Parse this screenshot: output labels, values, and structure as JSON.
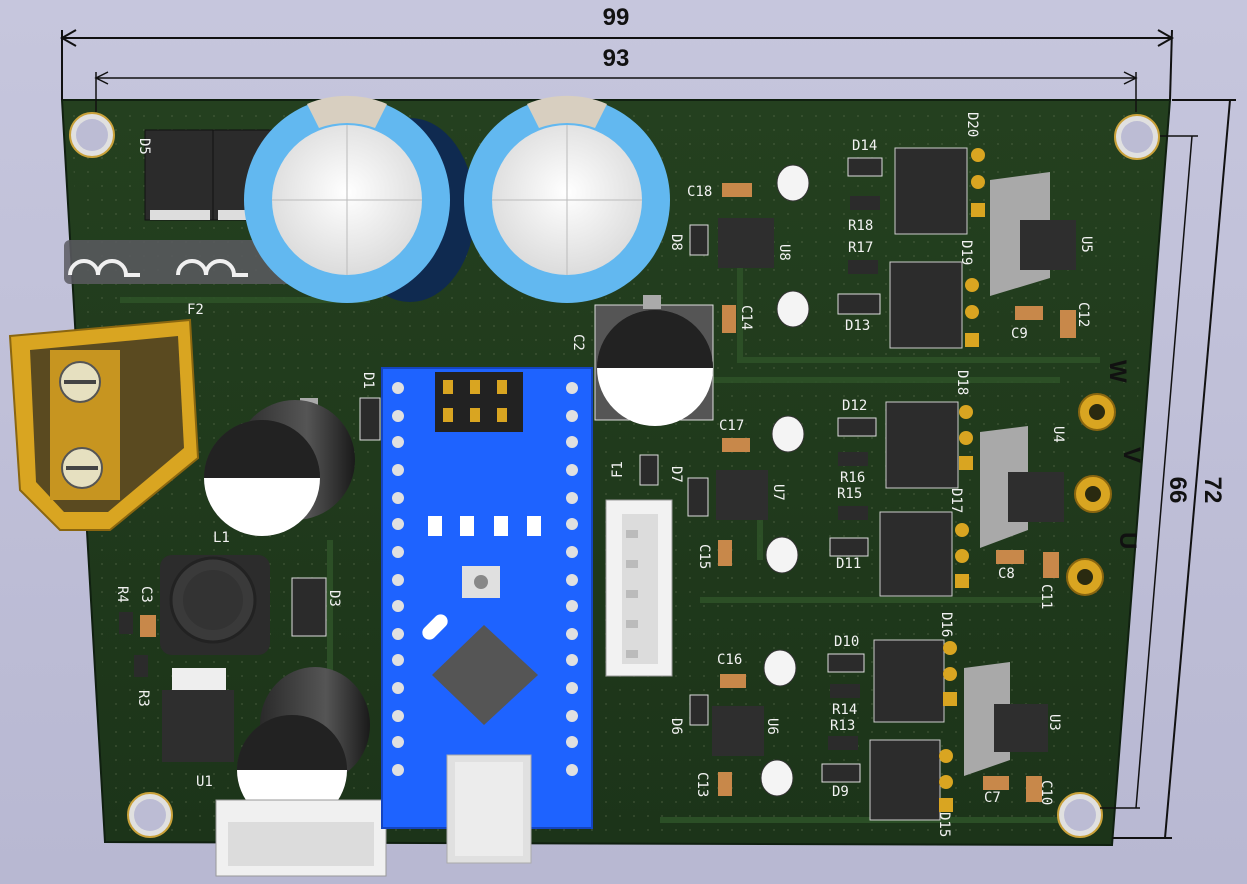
{
  "dimensions": {
    "outer_width": "99",
    "inner_width": "93",
    "outer_height": "72",
    "inner_height": "66"
  },
  "phase_labels": [
    "W",
    "V",
    "U"
  ],
  "refdes": {
    "D5": "D5",
    "F2": "F2",
    "D1": "D1",
    "L1": "L1",
    "C3": "C3",
    "R4": "R4",
    "R3": "R3",
    "U1": "U1",
    "D3": "D3",
    "C2": "C2",
    "F1": "F1",
    "C18": "C18",
    "D8": "D8",
    "U8": "U8",
    "C14": "C14",
    "D14": "D14",
    "R18": "R18",
    "R17": "R17",
    "D13": "D13",
    "D20": "D20",
    "D19": "D19",
    "U5": "U5",
    "C9": "C9",
    "C12": "C12",
    "D12": "D12",
    "C17": "C17",
    "R16": "R16",
    "R15": "R15",
    "D7": "D7",
    "U7": "U7",
    "C15": "C15",
    "D11": "D11",
    "D18": "D18",
    "D17": "D17",
    "U4": "U4",
    "C8": "C8",
    "C11": "C11",
    "D10": "D10",
    "C16": "C16",
    "R14": "R14",
    "R13": "R13",
    "D6": "D6",
    "U6": "U6",
    "C13": "C13",
    "D9": "D9",
    "D16": "D16",
    "D15": "D15",
    "U3": "U3",
    "C7": "C7",
    "C10": "C10"
  },
  "colors": {
    "pcb": "#1f3a1c",
    "silkscreen": "#f2f2f2",
    "gold": "#d9a521",
    "arduino": "#1e63ff",
    "capacitor_blue": "#62b8f0"
  }
}
